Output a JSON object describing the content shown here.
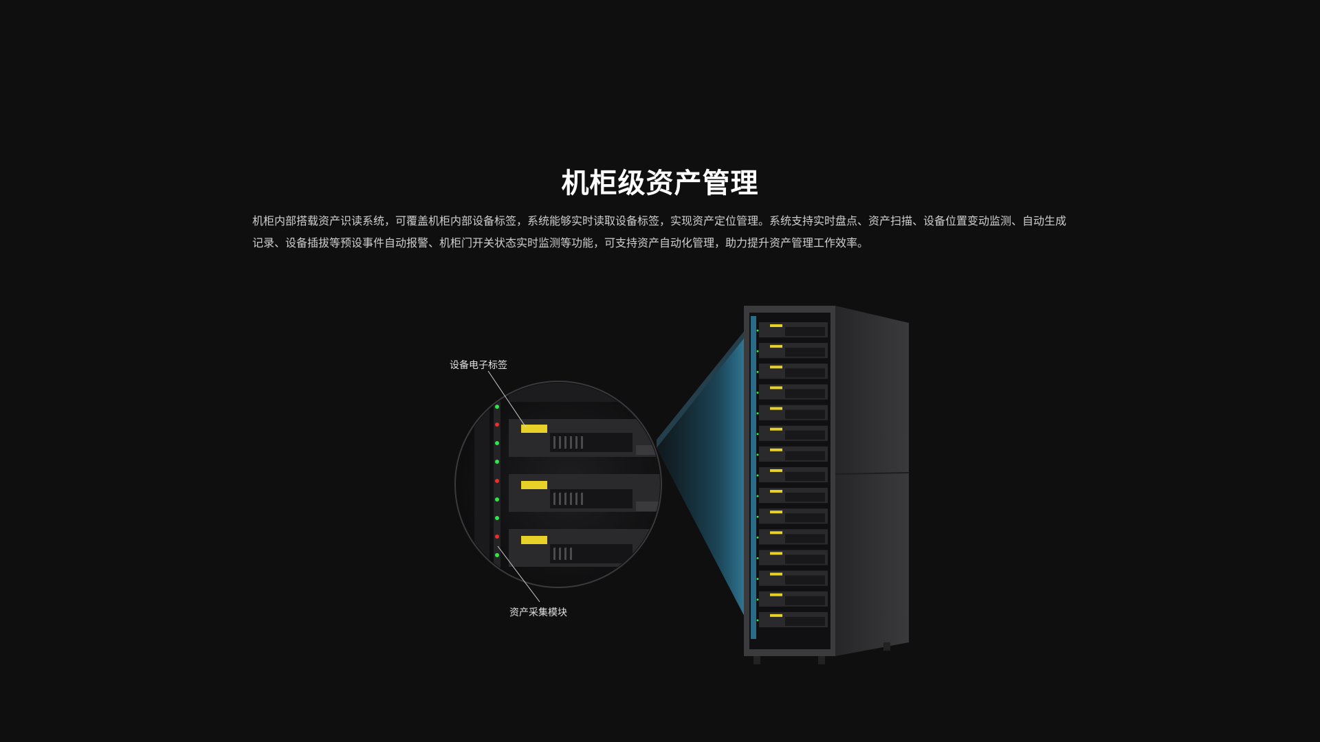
{
  "section": {
    "title": "机柜级资产管理",
    "description": "机柜内部搭载资产识读系统，可覆盖机柜内部设备标签，系统能够实时读取设备标签，实现资产定位管理。系统支持实时盘点、资产扫描、设备位置变动监测、自动生成记录、设备插拔等预设事件自动报警、机柜门开关状态实时监测等功能，可支持资产自动化管理，助力提升资产管理工作效率。"
  },
  "illustration": {
    "callouts": {
      "tag_label": "设备电子标签",
      "module_label": "资产采集模块"
    },
    "rack": {
      "server_count": 15
    },
    "colors": {
      "background": "#0f0f10",
      "rack_body": "#2e2e30",
      "beam": "#3fb6e8",
      "tag_yellow": "#e8d22a",
      "led_green": "#2ee84a",
      "led_red": "#e8302e"
    }
  }
}
